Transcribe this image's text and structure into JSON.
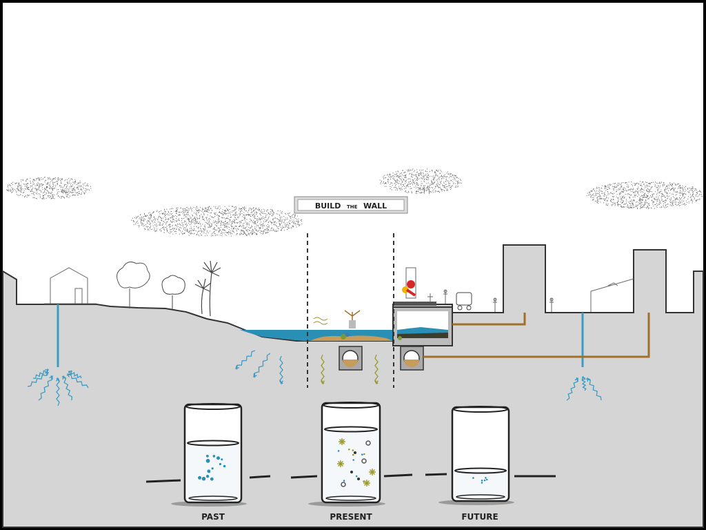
{
  "sign": {
    "word1": "BUILD",
    "word2": "THE",
    "word3": "WALL"
  },
  "glasses": [
    {
      "label": "PAST"
    },
    {
      "label": "PRESENT"
    },
    {
      "label": "FUTURE"
    }
  ],
  "colors": {
    "background": "#ffffff",
    "ground": "#d5d5d5",
    "water": "#2a8fb5",
    "groundwater_line": "#3a9cc4",
    "pipe": "#a0702a",
    "pollutant": "#9a9a2a",
    "outline": "#333333"
  }
}
